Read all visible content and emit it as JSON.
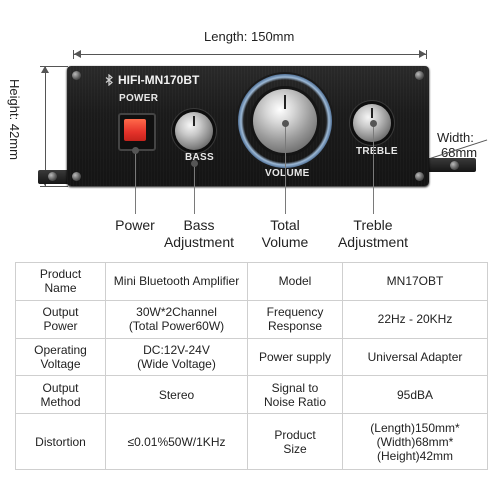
{
  "dimensions": {
    "length": "Length: 150mm",
    "height": "Height: 42mm",
    "width_line1": "Width:",
    "width_line2": "68mm"
  },
  "device": {
    "model": "HIFI-MN170BT",
    "power_label": "POWER",
    "bass_label": "BASS",
    "volume_label": "VOLUME",
    "treble_label": "TREBLE"
  },
  "callouts": {
    "power": "Power",
    "bass_line1": "Bass",
    "bass_line2": "Adjustment",
    "volume_line1": "Total",
    "volume_line2": "Volume",
    "treble_line1": "Treble",
    "treble_line2": "Adjustment"
  },
  "specs": [
    {
      "label": [
        "Product",
        "Name"
      ],
      "value": [
        "Mini Bluetooth Amplifier"
      ],
      "label2": [
        "Model"
      ],
      "value2": [
        "MN17OBT"
      ]
    },
    {
      "label": [
        "Output",
        "Power"
      ],
      "value": [
        "30W*2Channel",
        "(Total Power60W)"
      ],
      "label2": [
        "Frequency",
        "Response"
      ],
      "value2": [
        "22Hz - 20KHz"
      ]
    },
    {
      "label": [
        "Operating",
        "Voltage"
      ],
      "value": [
        "DC:12V-24V",
        "(Wide Voltage)"
      ],
      "label2": [
        "Power supply"
      ],
      "value2": [
        "Universal Adapter"
      ]
    },
    {
      "label": [
        "Output",
        "Method"
      ],
      "value": [
        "Stereo"
      ],
      "label2": [
        "Signal to",
        "Noise Ratio"
      ],
      "value2": [
        "95dBA"
      ]
    },
    {
      "label": [
        "Distortion"
      ],
      "value": [
        "≤0.01%50W/1KHz"
      ],
      "label2": [
        "Product",
        "Size"
      ],
      "value2": [
        "(Length)150mm*",
        "(Width)68mm*",
        "(Height)42mm"
      ]
    }
  ],
  "icons": {
    "bluetooth": "bluetooth-icon"
  },
  "colors": {
    "power_button": "#e5322a",
    "volume_ring": "#9db9d6"
  }
}
